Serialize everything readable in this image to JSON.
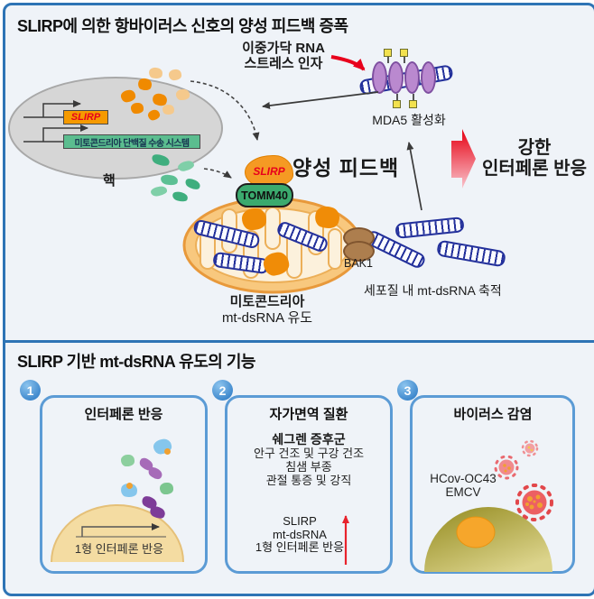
{
  "panel_top": {
    "title": "SLIRP에 의한 항바이러스 신호의 양성 피드백 증폭",
    "stress_label_line1": "이중가닥 RNA",
    "stress_label_line2": "스트레스 인자",
    "mda5_label": "MDA5 활성화",
    "nucleus_label": "핵",
    "slirp_gene_label": "SLIRP",
    "transport_gene_label": "미토콘드리아 단백질 수송 시스템",
    "slirp_protein_label": "SLIRP",
    "tomm40_label": "TOMM40",
    "positive_feedback_label": "양성 피드백",
    "bak1_label": "BAK1",
    "mito_label_line1": "미토콘드리아",
    "mito_label_line2": "mt-dsRNA 유도",
    "cytosol_label": "세포질 내 mt-dsRNA 축적",
    "strong_ifn_line1": "강한",
    "strong_ifn_line2": "인터페론 반응"
  },
  "panel_bottom": {
    "title": "SLIRP 기반 mt-dsRNA 유도의 기능",
    "boxes": [
      {
        "number": "1",
        "title": "인터페론 반응",
        "promoter_label": "1형 인터페론 반응"
      },
      {
        "number": "2",
        "title": "자가면역 질환",
        "subtitle": "쉐그렌 증후군",
        "symptoms": [
          "안구 건조 및 구강 건조",
          "침샘 부종",
          "관절 통증 및 강직"
        ],
        "red_lines": [
          "SLIRP",
          "mt-dsRNA",
          "1형 인터페론 반응"
        ]
      },
      {
        "number": "3",
        "title": "바이러스 감염",
        "virus_lines": [
          "HCov-OC43",
          "EMCV"
        ]
      }
    ]
  },
  "colors": {
    "accent_red": "#E8001C",
    "frame_border_blue": "#2E74B5",
    "function_box_blue": "#5B9BD5",
    "background": "#EFF3F8",
    "mitochondria_orange": "#F8C87E",
    "nucleus_gray": "#D6D6D6",
    "dsrna_navy": "#23309B",
    "tomm40_green": "#3BAA6E",
    "slirp_orange": "#F59A23"
  }
}
